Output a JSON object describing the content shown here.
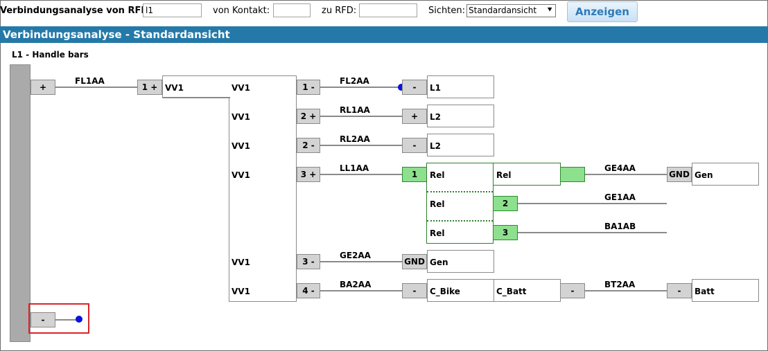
{
  "toolbar": {
    "rfd_label": "Verbindungsanalyse von RFD:",
    "rfd_value": "l1",
    "contact_label": "von Kontakt:",
    "contact_value": "",
    "to_rfd_label": "zu RFD:",
    "to_rfd_value": "",
    "views_label": "Sichten:",
    "views_selected": "Standardansicht",
    "show_button": "Anzeigen"
  },
  "header": {
    "title": "Verbindungsanalyse - Standardansicht"
  },
  "diagram": {
    "title": "L1 - Handle bars",
    "source_pins": [
      "+",
      "-"
    ],
    "vv1_pin": "1 +",
    "vv1_left_label": "VV1",
    "vv1_labels": [
      "VV1",
      "VV1",
      "VV1",
      "VV1",
      "VV1",
      "VV1"
    ],
    "vv1_outputs": [
      "1 -",
      "2 +",
      "2 -",
      "3 +",
      "3 -",
      "4 -"
    ],
    "wires": [
      "FL1AA",
      "FL2AA",
      "RL1AA",
      "RL2AA",
      "LL1AA",
      "GE2AA",
      "BA2AA",
      "GE4AA",
      "GE1AA",
      "BA1AB",
      "BT2AA"
    ],
    "targets": [
      {
        "pin": "-",
        "name": "L1"
      },
      {
        "pin": "+",
        "name": "L2"
      },
      {
        "pin": "-",
        "name": "L2"
      },
      {
        "pin": "GND",
        "name": "Gen"
      },
      {
        "pin": "-",
        "name": "C_Bike"
      }
    ],
    "relay": {
      "input_pin": "1",
      "labels": [
        "Rel",
        "Rel",
        "Rel"
      ],
      "right_label": "Rel",
      "out_pins": [
        "2",
        "3"
      ]
    },
    "gen_far": {
      "pin": "GND",
      "name": "Gen"
    },
    "c_batt": {
      "name": "C_Batt",
      "pin": "-"
    },
    "batt": {
      "pin": "-",
      "name": "Batt"
    }
  },
  "colors": {
    "header_bg": "#2479a8",
    "pin_gray": "#d3d3d3",
    "pin_green": "#8de08d",
    "relay_border": "#2d7f2d",
    "highlight": "#d8242b",
    "endpoint_dot": "#0a10e0"
  }
}
